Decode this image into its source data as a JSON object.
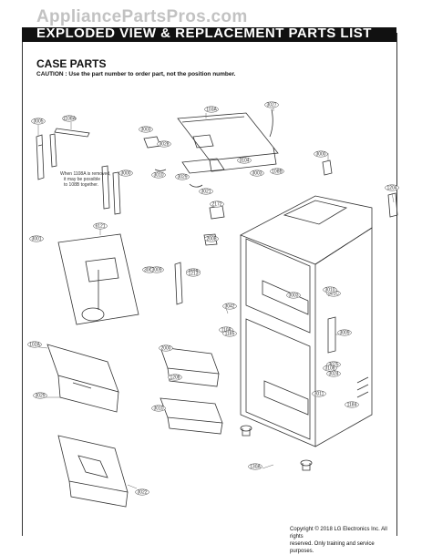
{
  "watermark": "AppliancePartsPros.com",
  "header": {
    "title": "EXPLODED VIEW & REPLACEMENT PARTS LIST"
  },
  "section": {
    "title": "CASE PARTS",
    "caution": "CAUTION : Use the part number to order part, not the position number."
  },
  "note": {
    "line1": "When 1108A is removed,",
    "line2": "it may be possible",
    "line3": "to 108B together."
  },
  "callouts": [
    "3005",
    "1108A",
    "3003",
    "103A",
    "3027",
    "3028",
    "3010",
    "3000",
    "3029",
    "3021",
    "3104",
    "3003",
    "108B",
    "3000",
    "1204",
    "3001",
    "6121",
    "2172",
    "2008",
    "301C",
    "3042",
    "3009",
    "305C",
    "1108",
    "102A",
    "2000",
    "1208",
    "3075",
    "3024",
    "3003",
    "3029",
    "3010",
    "3011",
    "3009",
    "130A",
    "3022",
    "1108",
    "3108",
    "3010",
    "1185",
    "1213",
    "1184"
  ],
  "copyright": {
    "line1": "Copyright © 2018 LG Electronics Inc. All rights",
    "line2": "reserved. Only training and service purposes."
  }
}
